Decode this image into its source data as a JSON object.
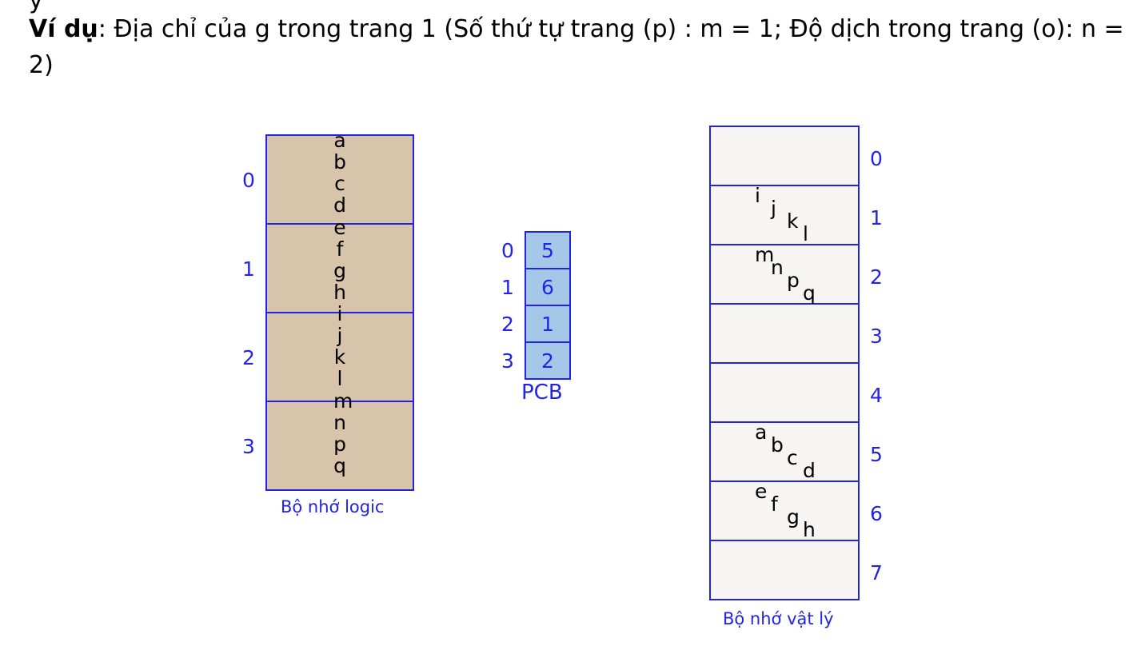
{
  "header": {
    "fragment": "ý",
    "example_label": "Ví dụ",
    "example_text": ": Địa chỉ của g trong trang 1 (Số thứ tự trang (p) : m = 1; Độ dịch trong trang (o): n = 2)"
  },
  "logical_memory": {
    "caption": "Bộ nhớ logic",
    "page_numbers": [
      "0",
      "1",
      "2",
      "3"
    ],
    "letters": [
      "a",
      "b",
      "c",
      "d",
      "e",
      "f",
      "g",
      "h",
      "i",
      "j",
      "k",
      "l",
      "m",
      "n",
      "p",
      "q"
    ],
    "fill": "#d8c4aa"
  },
  "pcb": {
    "label": "PCB",
    "index_labels": [
      "0",
      "1",
      "2",
      "3"
    ],
    "frames": [
      "5",
      "6",
      "1",
      "2"
    ],
    "fill": "#a5c8e8"
  },
  "physical_memory": {
    "caption": "Bộ nhớ vật lý",
    "frame_numbers": [
      "0",
      "1",
      "2",
      "3",
      "4",
      "5",
      "6",
      "7"
    ],
    "fill": "#f7f5f3",
    "frame_contents": {
      "1": [
        "i",
        "j",
        "k",
        "l"
      ],
      "2": [
        "m",
        "n",
        "p",
        "q"
      ],
      "5": [
        "a",
        "b",
        "c",
        "d"
      ],
      "6": [
        "e",
        "f",
        "g",
        "h"
      ]
    }
  },
  "colors": {
    "accent": "#2323e6",
    "text": "#000000"
  }
}
